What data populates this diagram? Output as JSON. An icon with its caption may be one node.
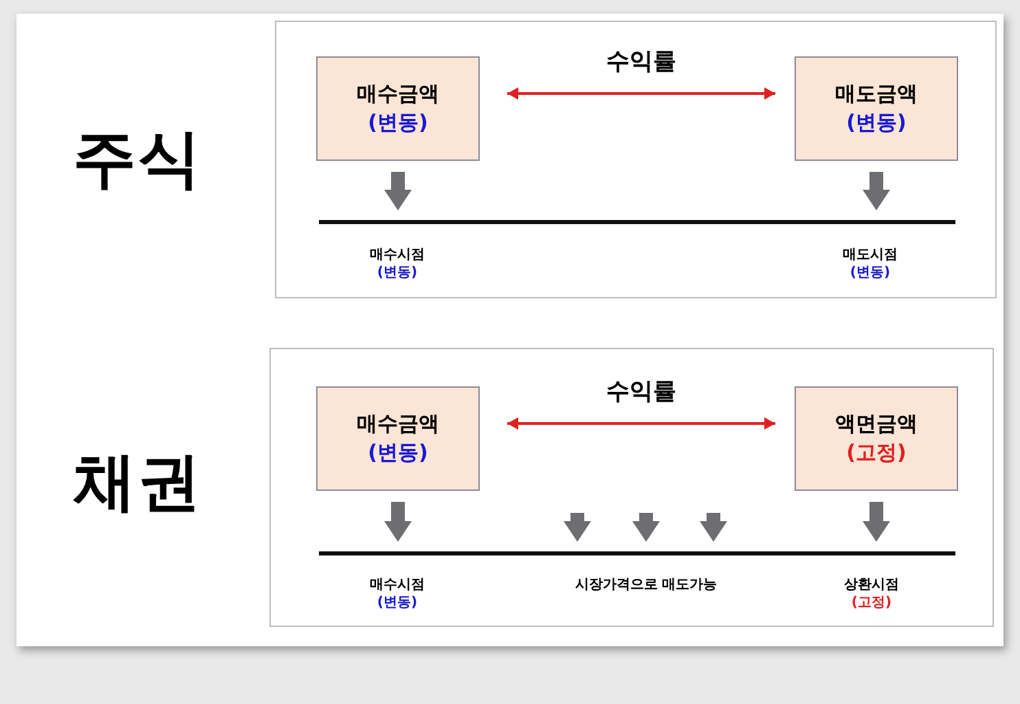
{
  "diagram": {
    "nodes": [
      {
        "text": [],
        "shape": "box"
      },
      {
        "text": [
          "매수금액",
          "(변동)"
        ],
        "in": 0
      },
      {
        "text": [
          "매도금액",
          "(변동)"
        ],
        "in": 0
      },
      {
        "text": [],
        "shape": "bar",
        "in": 0
      },
      {
        "text": [],
        "shape": "box"
      },
      {
        "text": [
          "매수금액",
          "(변동)"
        ],
        "in": 4
      },
      {
        "text": [
          "액면금액",
          "(고정)"
        ],
        "in": 4
      },
      {
        "text": [],
        "shape": "bar",
        "in": 4
      }
    ],
    "edges": [
      {
        "from": 1,
        "to": 2,
        "arrow": "both",
        "label": "수익률",
        "color": "#e02020"
      },
      {
        "from": 1,
        "to": 3,
        "arrow": "to"
      },
      {
        "from": 2,
        "to": 3,
        "arrow": "to"
      },
      {
        "from": 5,
        "to": 6,
        "arrow": "both",
        "label": "수익률",
        "color": "#e02020"
      },
      {
        "from": 5,
        "to": 7,
        "arrow": "to"
      },
      {
        "from": null,
        "to": 7,
        "arrow": "to"
      },
      {
        "from": null,
        "to": 7,
        "arrow": "to"
      },
      {
        "from": null,
        "to": 7,
        "arrow": "to"
      },
      {
        "from": 6,
        "to": 7,
        "arrow": "to"
      }
    ],
    "labels": [
      "주식",
      "매수시점",
      "(변동)",
      "매도시점",
      "(변동)",
      "채권",
      "매수시점",
      "(변동)",
      "시장가격으로 매도가능",
      "상환시점",
      "(고정)"
    ]
  }
}
